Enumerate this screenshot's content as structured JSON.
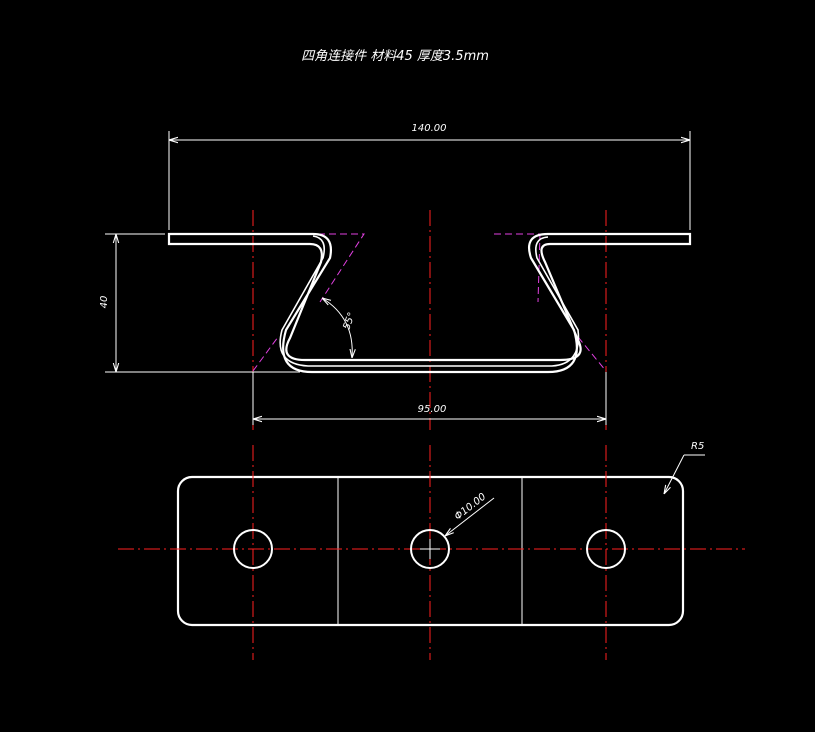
{
  "title": "四角连接件  材料45  厚度3.5mm",
  "dimensions": {
    "overall_width": "140.00",
    "height": "40",
    "hole_spacing": "95.00",
    "angle": "55°",
    "hole_diameter": "Φ10.00",
    "corner_radius": "R5"
  },
  "colors": {
    "background": "#000000",
    "outline": "#ffffff",
    "centerline": "#ff2020",
    "construction": "#e040e0"
  }
}
